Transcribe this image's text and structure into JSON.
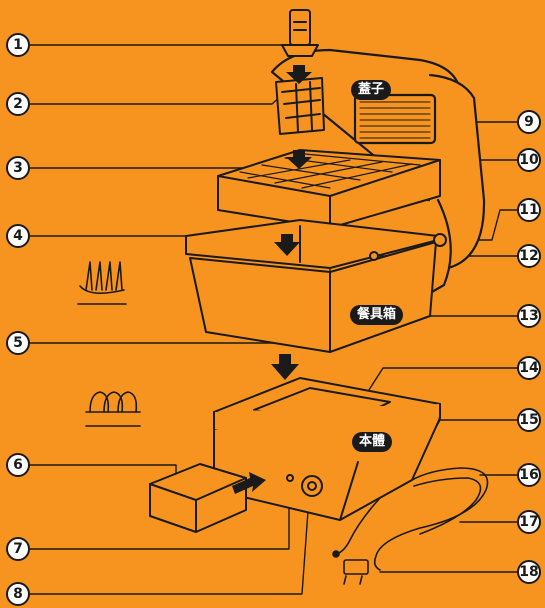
{
  "callouts": {
    "left": [
      "1",
      "2",
      "3",
      "4",
      "5",
      "6",
      "7",
      "8"
    ],
    "right": [
      "9",
      "10",
      "11",
      "12",
      "13",
      "14",
      "15",
      "16",
      "17",
      "18"
    ]
  },
  "labels": {
    "lid": "蓋子",
    "dish_box": "餐具箱",
    "body": "本體"
  },
  "colors": {
    "background": "#F7941F",
    "line": "#1a1a1a",
    "label_bg": "#1a1a1a",
    "label_text": "#ffffff"
  }
}
